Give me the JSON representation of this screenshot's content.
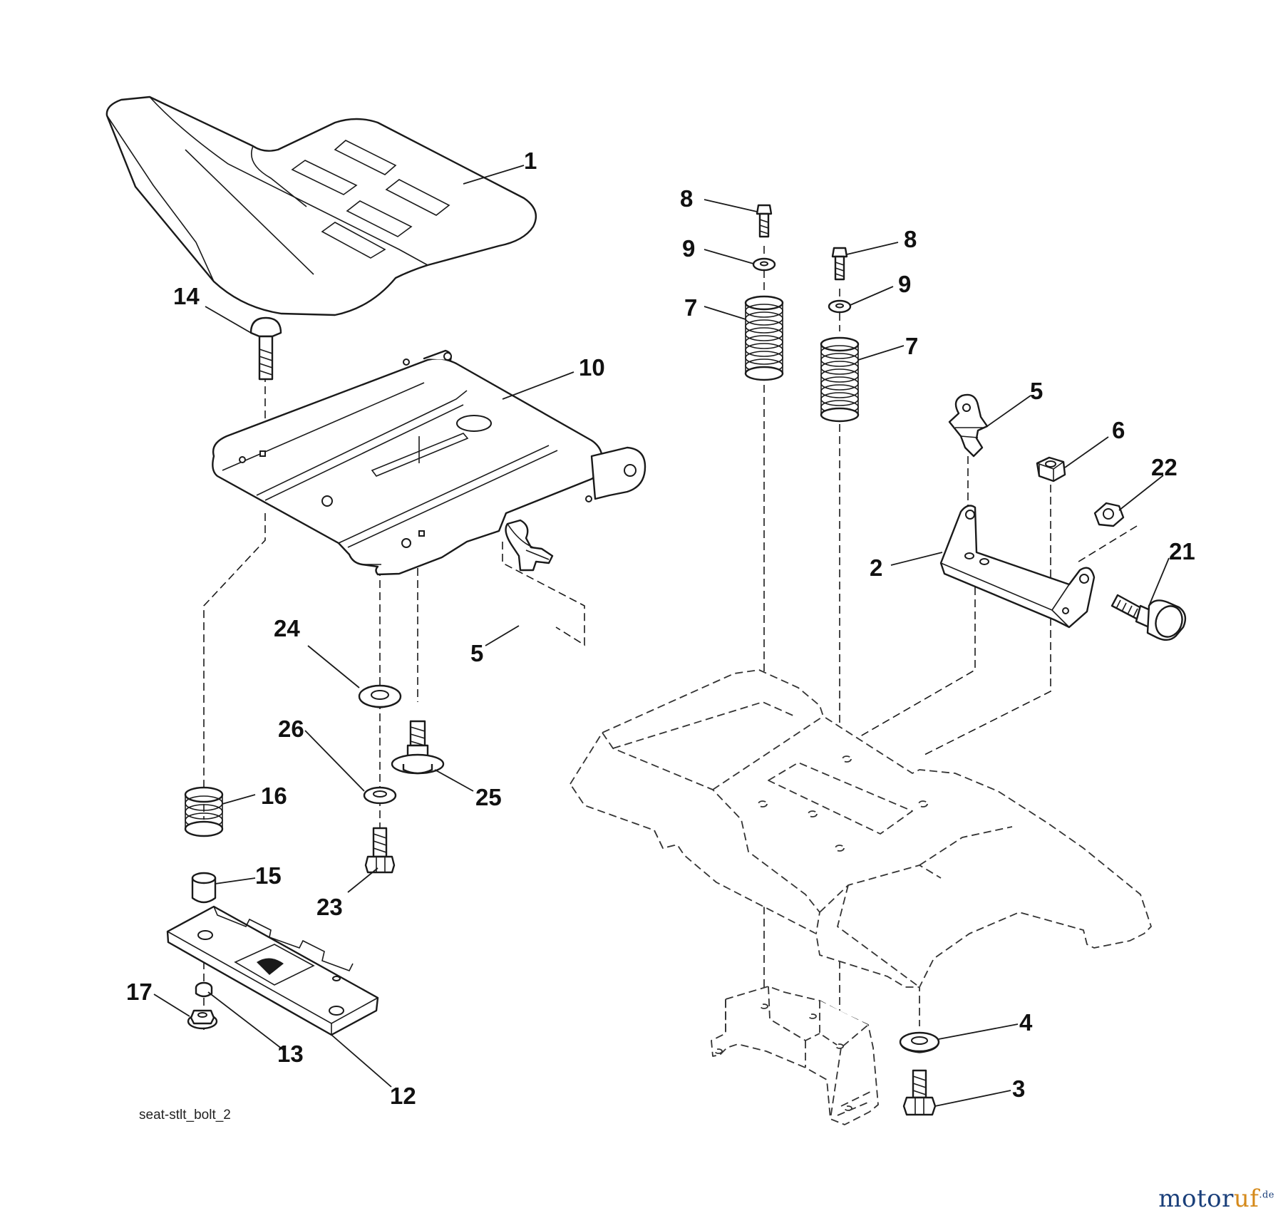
{
  "diagram_code": "seat-stlt_bolt_2",
  "watermark": {
    "part_a": "motor",
    "part_b": "uf",
    "suffix": ".de",
    "colors": {
      "primary": "#1a3f7a",
      "accent": "#d58a1b"
    }
  },
  "callouts": {
    "c1": "1",
    "c2": "2",
    "c3": "3",
    "c4": "4",
    "c5a": "5",
    "c5b": "5",
    "c6": "6",
    "c7a": "7",
    "c7b": "7",
    "c8a": "8",
    "c8b": "8",
    "c9a": "9",
    "c9b": "9",
    "c10": "10",
    "c12": "12",
    "c13": "13",
    "c14": "14",
    "c15": "15",
    "c16": "16",
    "c17": "17",
    "c21": "21",
    "c22": "22",
    "c23": "23",
    "c24": "24",
    "c25": "25",
    "c26": "26"
  }
}
